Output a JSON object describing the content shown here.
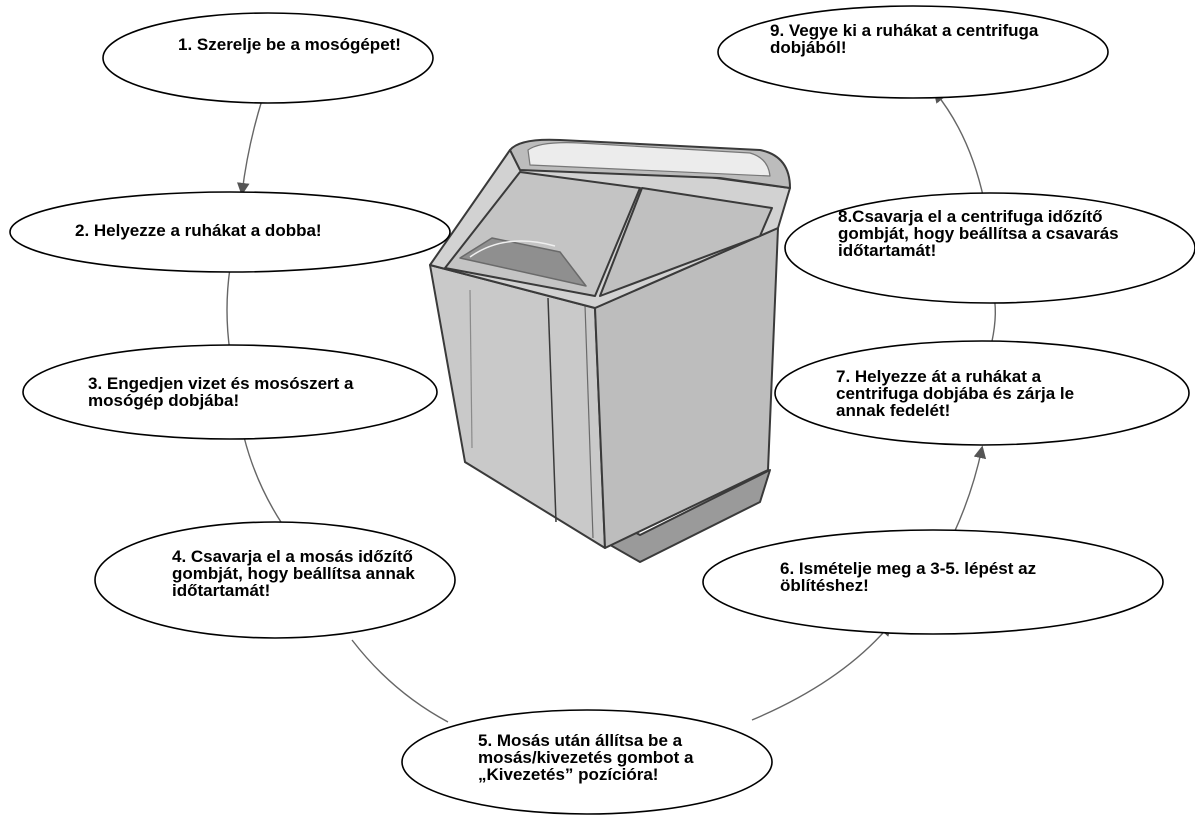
{
  "steps": [
    {
      "number": 1,
      "text": "1. Szerelje be a mosógépet!"
    },
    {
      "number": 2,
      "text": "2. Helyezze a ruhákat a dobba!"
    },
    {
      "number": 3,
      "text": "3. Engedjen vizet és mosószert a\nmosógép dobjába!"
    },
    {
      "number": 4,
      "text": "4. Csavarja el a mosás időzítő\ngombját, hogy beállítsa annak\nidőtartamát!"
    },
    {
      "number": 5,
      "text": "5. Mosás után állítsa be a\nmosás/kivezetés gombot a\n„Kivezetés” pozícióra!"
    },
    {
      "number": 6,
      "text": "6. Ismételje meg a 3-5. lépést az\nöblítéshez!"
    },
    {
      "number": 7,
      "text": "7. Helyezze át a ruhákat a\ncentrifuga dobjába és zárja le\nannak fedelét!"
    },
    {
      "number": 8,
      "text": "8.Csavarja el a centrifuga időzítő\ngombját, hogy beállítsa a csavarás\nidőtartamát!"
    },
    {
      "number": 9,
      "text": "9. Vegye ki a ruhákat a centrifuga\ndobjából!"
    }
  ],
  "illustration": {
    "icon": "twin-tub-washing-machine-icon"
  },
  "colors": {
    "stroke": "#000000",
    "arrow": "#555555",
    "machine_body": "#c8c8c8",
    "machine_dark": "#9a9a9a",
    "machine_outline": "#3a3a3a"
  }
}
